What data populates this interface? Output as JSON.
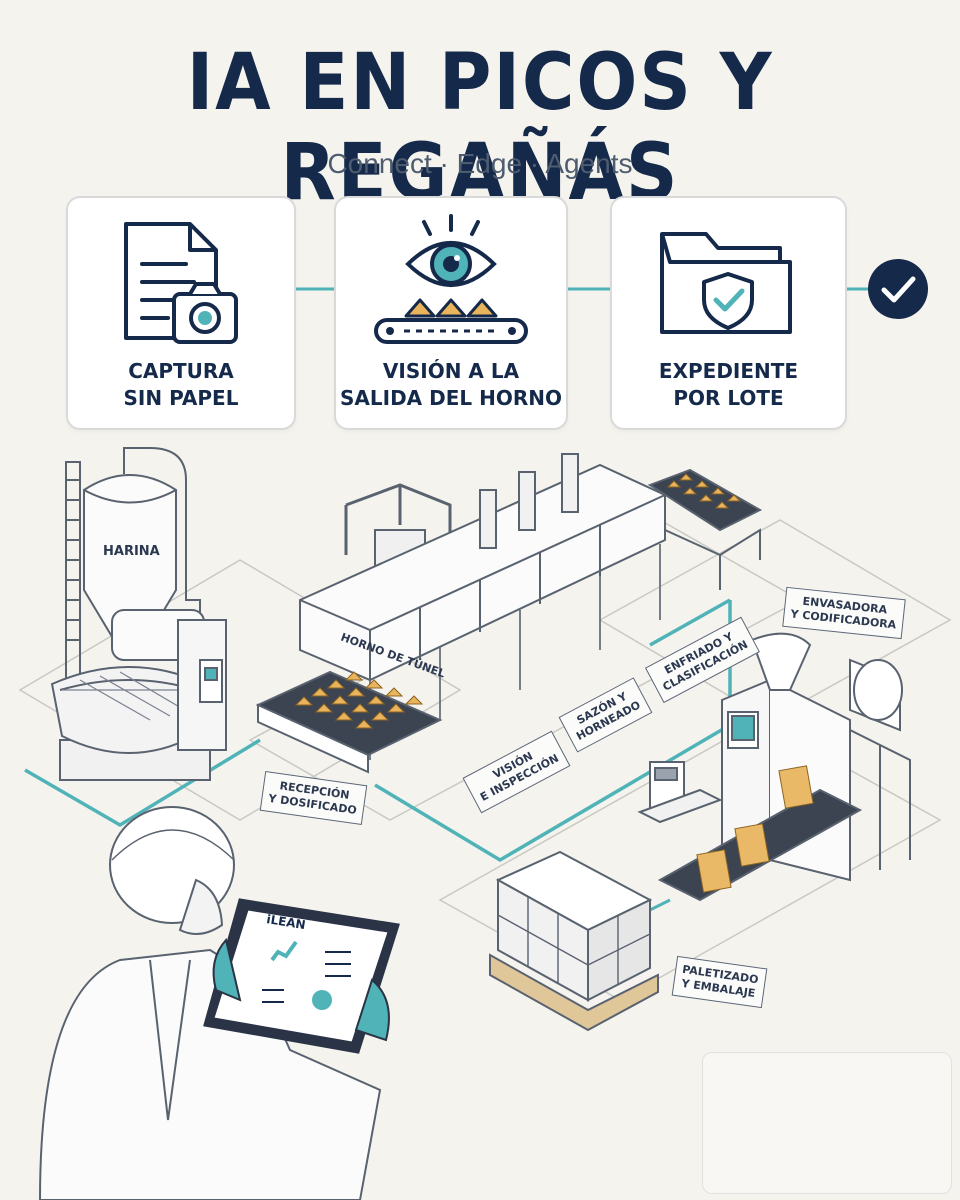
{
  "header": {
    "title": "IA EN PICOS Y REGAÑÁS",
    "subtitle": "Connect · Edge · Agents"
  },
  "steps": [
    {
      "label": "CAPTURA\nSIN PAPEL",
      "icon": "document-camera-icon"
    },
    {
      "label": "VISIÓN A LA\nSALIDA DEL HORNO",
      "icon": "eye-conveyor-icon"
    },
    {
      "label": "EXPEDIENTE\nPOR LOTE",
      "icon": "folder-shield-icon"
    }
  ],
  "flow_end_icon": "checkmark-icon",
  "plant": {
    "silo_label": "HARINA",
    "oven_label": "HORNO DE TÚNEL",
    "tablet_brand": "iLEAN",
    "stations": [
      {
        "id": "recepcion",
        "label": "RECEPCIÓN\nY DOSIFICADO"
      },
      {
        "id": "vision",
        "label": "VISIÓN\nE INSPECCIÓN"
      },
      {
        "id": "sazon",
        "label": "SAZÓN Y\nHORNEADO"
      },
      {
        "id": "enfriado",
        "label": "ENFRIADO Y\nCLASIFICACIÓN"
      },
      {
        "id": "envasadora",
        "label": "ENVASADORA\nY CODIFICADORA"
      },
      {
        "id": "paletizado",
        "label": "PALETIZADO\nY EMBALAJE"
      }
    ]
  },
  "colors": {
    "navy": "#15294a",
    "accent": "#4fb3b8",
    "line": "#59626f"
  },
  "logo_icon": "flower-logo-icon"
}
